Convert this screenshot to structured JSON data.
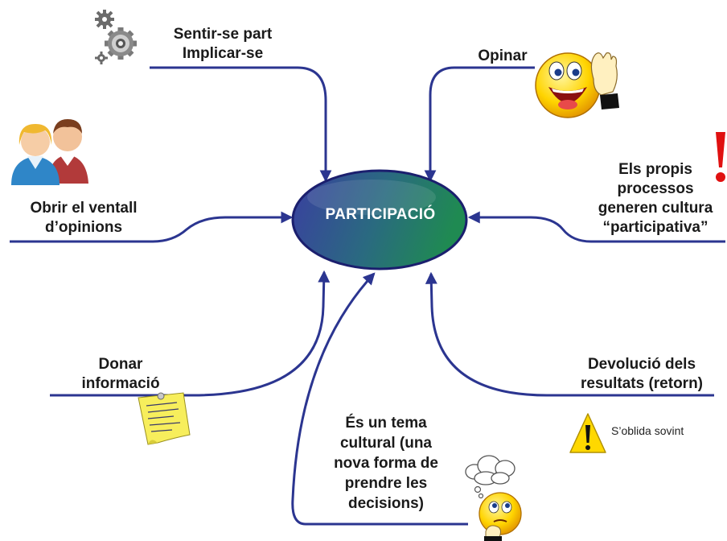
{
  "center": {
    "label": "PARTICIPACIÓ"
  },
  "nodes": {
    "sentir": {
      "lines": [
        "Sentir-se part",
        "Implicar-se"
      ]
    },
    "opinar": {
      "lines": [
        "Opinar"
      ]
    },
    "obrir": {
      "lines": [
        "Obrir el ventall",
        "d’opinions"
      ]
    },
    "processos": {
      "lines": [
        "Els propis",
        "processos",
        "generen cultura",
        "“participativa”"
      ]
    },
    "donar": {
      "lines": [
        "Donar",
        "informació"
      ]
    },
    "devolucio": {
      "lines": [
        "Devolució dels",
        "resultats (retorn)"
      ]
    },
    "tema": {
      "lines": [
        "És un tema",
        "cultural (una",
        "nova forma de",
        "prendre les",
        "decisions)"
      ]
    }
  },
  "warning": {
    "text": "S’oblida sovint",
    "icon": "warning-icon"
  },
  "icons": [
    "gears-icon",
    "people-icon",
    "talking-smiley-icon",
    "exclamation-icon",
    "sticky-note-icon",
    "thinking-smiley-icon"
  ],
  "colors": {
    "line": "#2b3590",
    "ellipse_left": "#3a3fa0",
    "ellipse_right": "#1f8a52",
    "ellipse_border": "#1b1f6e",
    "exclamation": "#e01010"
  }
}
